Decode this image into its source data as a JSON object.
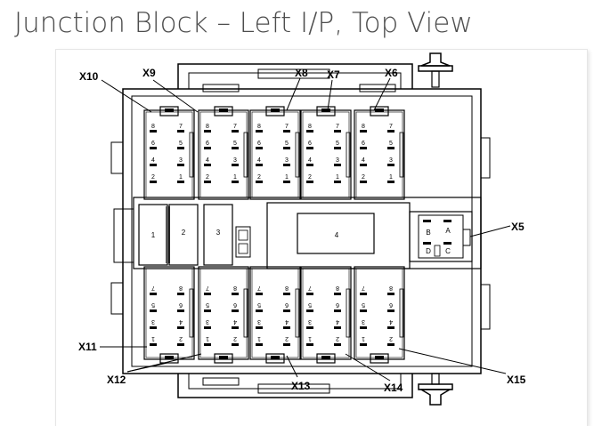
{
  "title": "Junction Block – Left I/P, Top View",
  "connectors": {
    "x5": "X5",
    "x6": "X6",
    "x7": "X7",
    "x8": "X8",
    "x9": "X9",
    "x10": "X10",
    "x11": "X11",
    "x12": "X12",
    "x13": "X13",
    "x14": "X14",
    "x15": "X15"
  },
  "blocks": {
    "b1": "1",
    "b2": "2",
    "b3": "3",
    "b4": "4"
  },
  "x5_pins": {
    "a": "A",
    "b": "B",
    "c": "C",
    "d": "D"
  },
  "pins_top": [
    "8",
    "7",
    "6",
    "5",
    "4",
    "3",
    "2",
    "1"
  ],
  "pins_bottom": [
    "1",
    "2",
    "3",
    "4",
    "5",
    "6",
    "7",
    "8"
  ]
}
